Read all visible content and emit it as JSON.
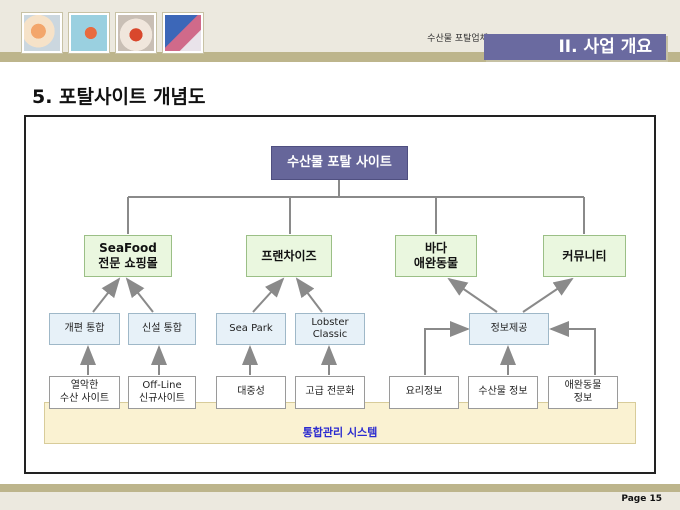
{
  "header": {
    "company": "수산물 포탈업체",
    "section_title": "II. 사업 개요",
    "heading": "5. 포탈사이트 개념도"
  },
  "diagram": {
    "root": "수산물 포탈 사이트",
    "categories": {
      "seafood_line1": "SeaFood",
      "seafood_line2": "전문 쇼핑몰",
      "franchise": "프랜차이즈",
      "pets_line1": "바다",
      "pets_line2": "애완동물",
      "community": "커뮤니티"
    },
    "mid": {
      "reform": "개편 통합",
      "new_build": "신설 통합",
      "sea_park": "Sea Park",
      "lobster_line1": "Lobster",
      "lobster_line2": "Classic",
      "info": "정보제공"
    },
    "low": {
      "weak_line1": "열악한",
      "weak_line2": "수산 사이트",
      "offline_line1": "Off-Line",
      "offline_line2": "신규사이트",
      "popular": "대중성",
      "premium": "고급 전문화",
      "cooking": "요리정보",
      "seafood_info": "수산물 정보",
      "pet_line1": "애완동물",
      "pet_line2": "정보"
    },
    "system": "통합관리 시스템"
  },
  "footer": {
    "page": "Page 15"
  }
}
